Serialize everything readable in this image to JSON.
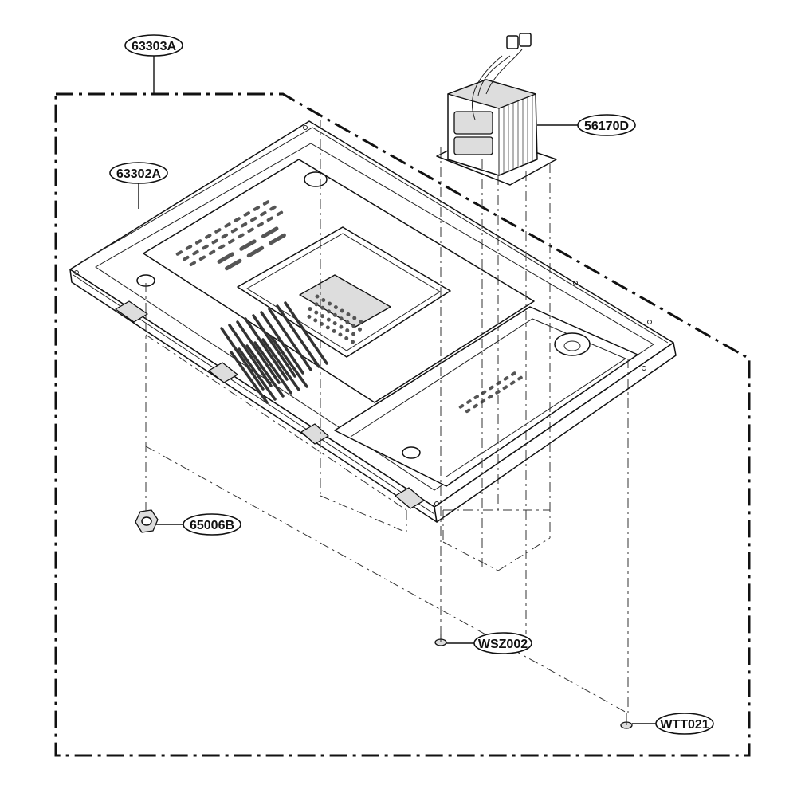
{
  "labels": {
    "p63303A": "63303A",
    "p63302A": "63302A",
    "p56170D": "56170D",
    "p65006B": "65006B",
    "pWSZ002": "WSZ002",
    "pWTT021": "WTT021"
  }
}
